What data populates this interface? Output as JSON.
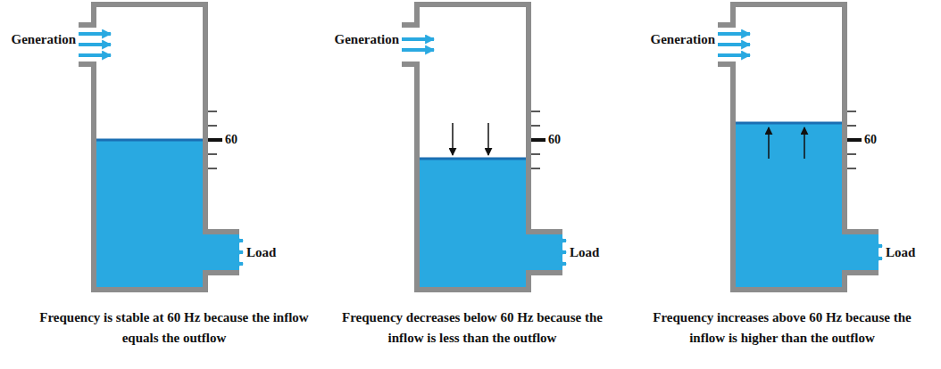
{
  "diagram": {
    "labels": [
      "Generation",
      "60",
      "Load",
      "Frequency is stable at 60 Hz because the inflow equals the outflow",
      "Generation",
      "60",
      "Load",
      "Frequency decreases below 60 Hz because the inflow is less than the outflow",
      "Generation",
      "60",
      "Load",
      "Frequency increases above 60 Hz because the inflow is higher than the outflow"
    ]
  }
}
